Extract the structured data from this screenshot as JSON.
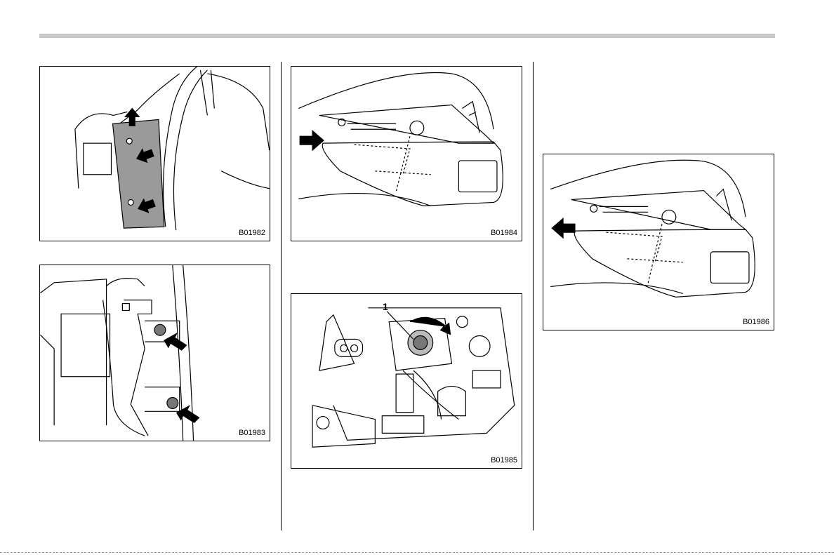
{
  "figures": [
    {
      "code": "B01982"
    },
    {
      "code": "B01983"
    },
    {
      "code": "B01984"
    },
    {
      "code": "B01985",
      "callout": "1"
    },
    {
      "code": "B01986"
    }
  ]
}
